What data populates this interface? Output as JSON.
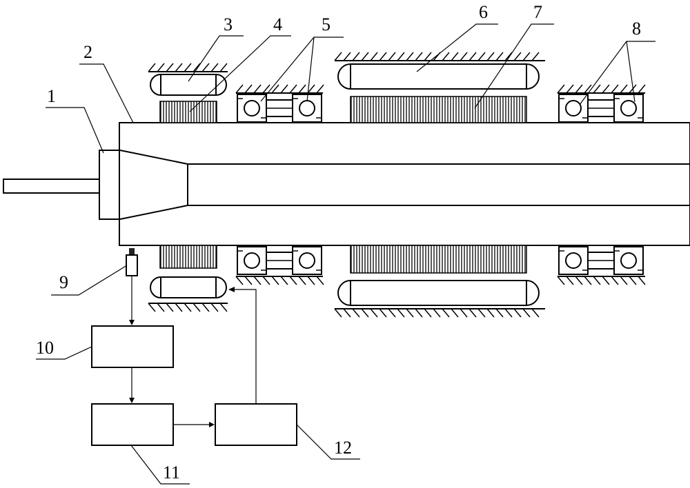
{
  "labels": {
    "l1": "1",
    "l2": "2",
    "l3": "3",
    "l4": "4",
    "l5": "5",
    "l6": "6",
    "l7": "7",
    "l8": "8",
    "l9": "9",
    "l10": "10",
    "l11": "11",
    "l12": "12"
  },
  "colors": {
    "stroke": "#000000",
    "background": "#ffffff",
    "sensor_cap": "#222222"
  }
}
